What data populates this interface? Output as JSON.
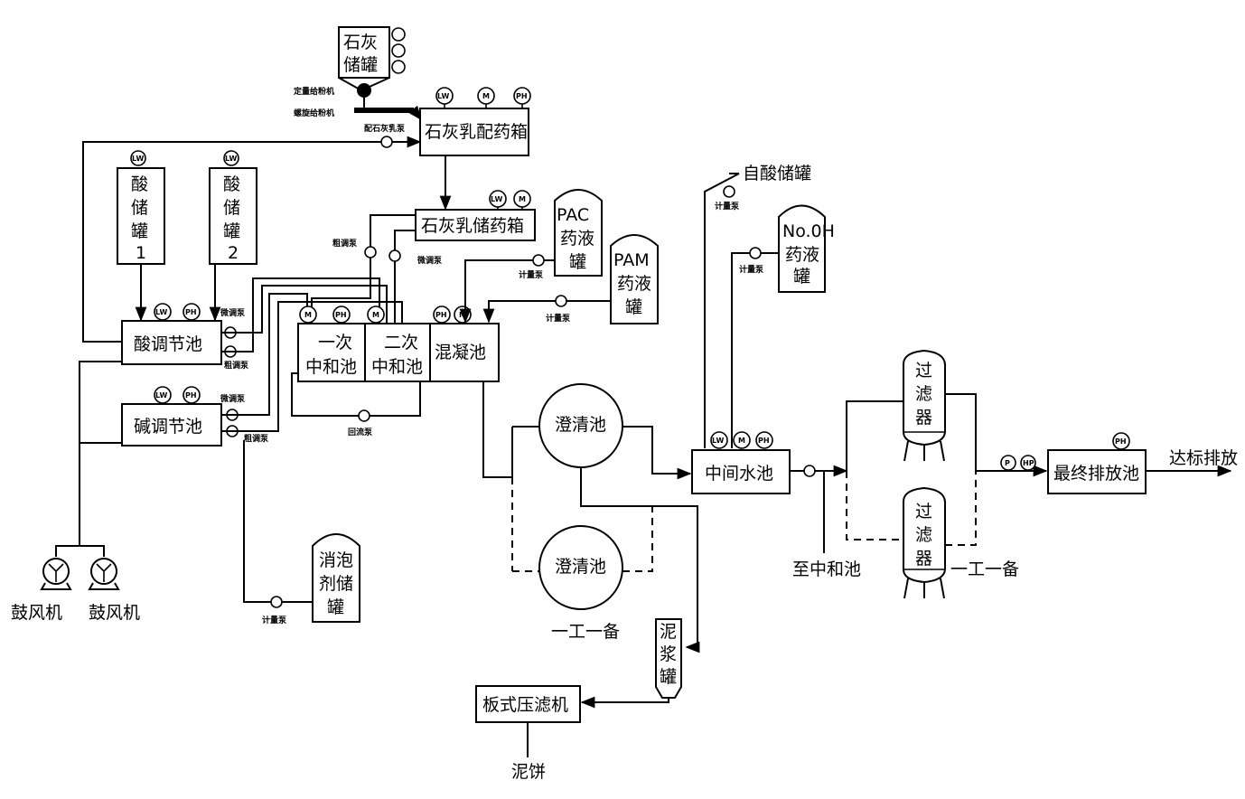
{
  "units": {
    "lime_storage": [
      "石灰",
      "储罐"
    ],
    "lime_milk_mix_tank": "石灰乳配药箱",
    "lime_milk_storage_tank": "石灰乳储药箱",
    "acid_tank_1": [
      "酸",
      "储",
      "罐",
      "1"
    ],
    "acid_tank_2": [
      "酸",
      "储",
      "罐",
      "2"
    ],
    "acid_adjust_tank": "酸调节池",
    "alkali_adjust_tank": "碱调节池",
    "first_neutralization": [
      "一次",
      "中和池"
    ],
    "second_neutralization": [
      "二次",
      "中和池"
    ],
    "coagulation_tank": "混凝池",
    "pac_tank": [
      "PAC",
      "药液",
      "罐"
    ],
    "pam_tank": [
      "PAM",
      "药液",
      "罐"
    ],
    "clarifier_1": "澄清池",
    "clarifier_2": "澄清池",
    "intermediate_pool": "中间水池",
    "naoh_tank": [
      "No.0H",
      "药液",
      "罐"
    ],
    "filter_1": [
      "过",
      "滤",
      "器"
    ],
    "filter_2": [
      "过",
      "滤",
      "器"
    ],
    "final_discharge": "最终排放池",
    "sludge_tank": [
      "泥",
      "浆",
      "罐"
    ],
    "filter_press": "板式压滤机",
    "defoamer_tank": [
      "消泡",
      "剂储",
      "罐"
    ]
  },
  "labels": {
    "quant_feeder": "定量给粉机",
    "screw_feeder": "螺旋给粉机",
    "lime_pump": "配石灰乳泵",
    "coarse_pump": "粗调泵",
    "fine_pump": "微调泵",
    "metering_pump": "计量泵",
    "return_pump": "回流泵",
    "from_acid_tank": "自酸储罐",
    "to_neutralization": "至中和池",
    "one_working_one_standby": "一工一备",
    "discharge": "达标排放",
    "sludge_cake": "泥饼",
    "blower": "鼓风机"
  },
  "instruments": {
    "level": "LW",
    "mixer": "M",
    "ph": "PH",
    "p": "P",
    "hp": "HP"
  }
}
